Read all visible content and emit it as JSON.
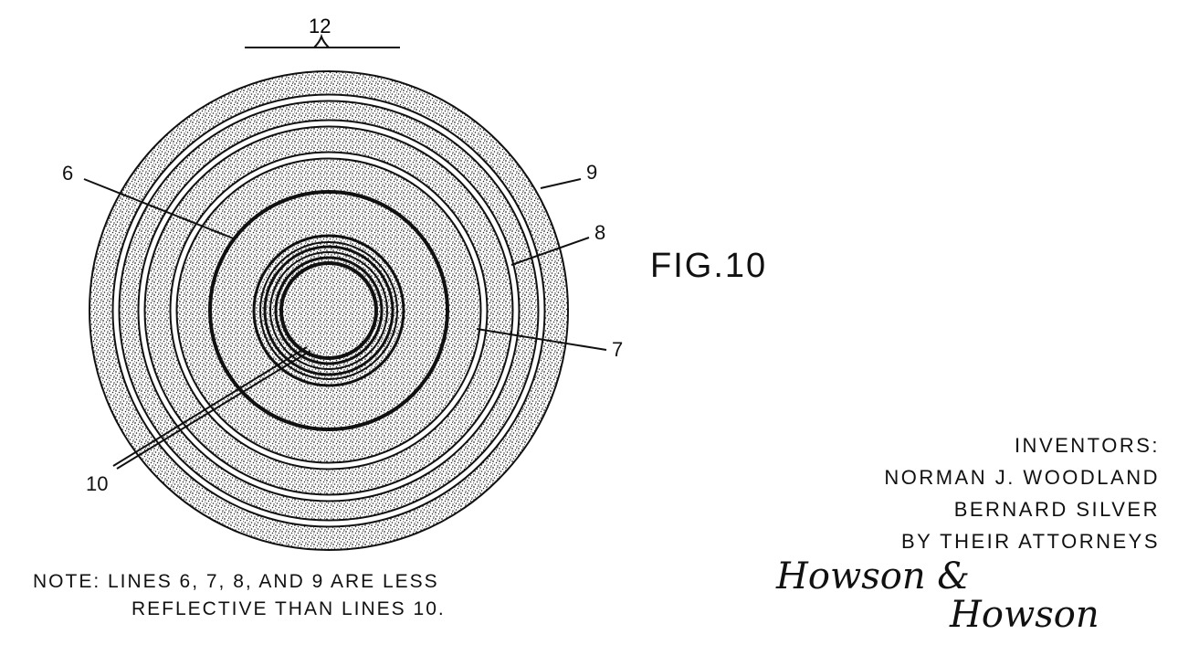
{
  "figure": {
    "title": "FIG.10",
    "callouts": {
      "c12": "12",
      "c6": "6",
      "c9": "9",
      "c8": "8",
      "c7": "7",
      "c10": "10"
    },
    "note_line1": "NOTE: LINES 6, 7, 8, AND 9 ARE LESS",
    "note_line2": "REFLECTIVE  THAN LINES 10."
  },
  "inventors": {
    "heading": "INVENTORS:",
    "name1": "NORMAN J. WOODLAND",
    "name2": "BERNARD SILVER",
    "by_line": "BY THEIR  ATTORNEYS"
  },
  "signature": {
    "line1": "Howson &",
    "line2": "Howson"
  }
}
